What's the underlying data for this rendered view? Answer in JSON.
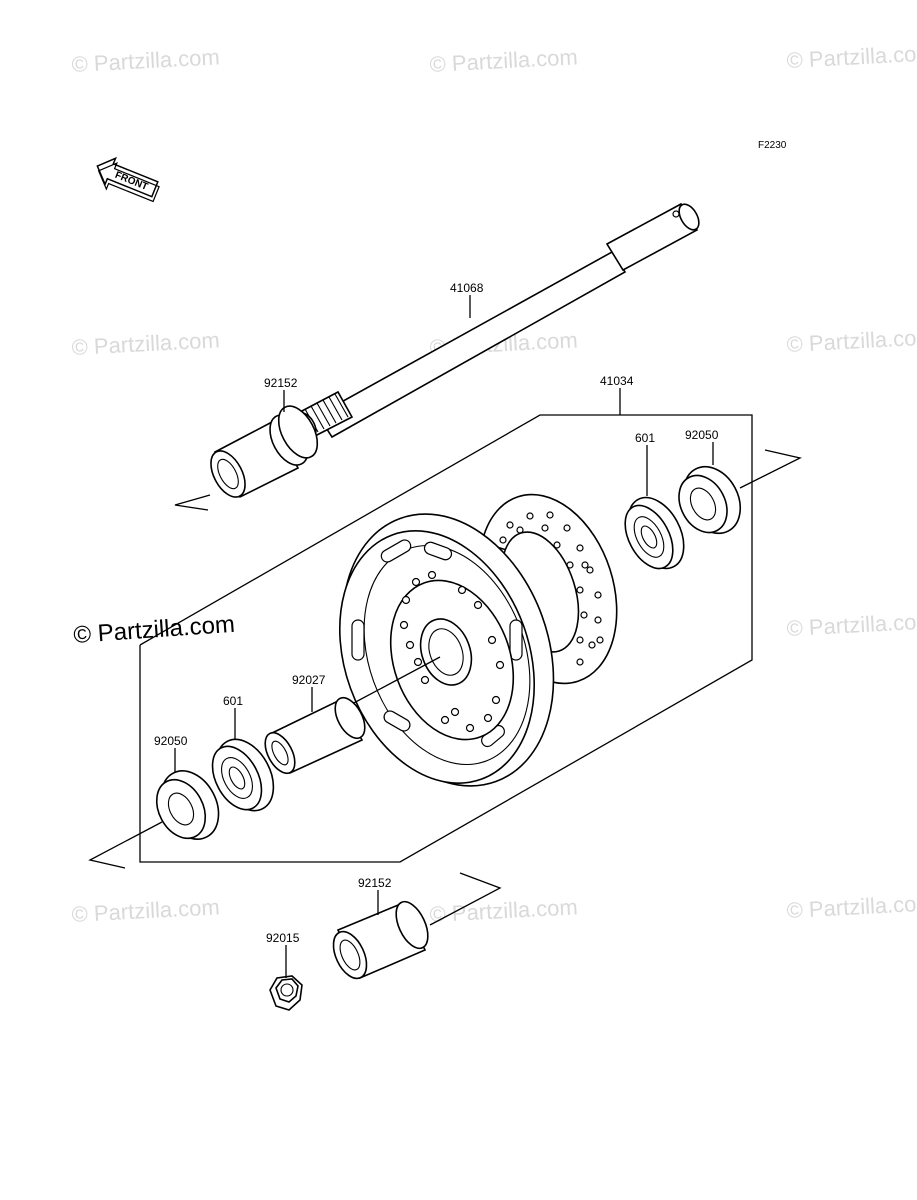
{
  "figure_code": "F2230",
  "front_arrow_text": "FRONT",
  "copyright_main": "© Partzilla.com",
  "watermark_text": "© Partzilla.com",
  "parts": {
    "axle": "41068",
    "collar_upper_left": "92152",
    "hub_assembly": "41034",
    "seal_right": "92050",
    "bearing_right": "601",
    "spacer": "92027",
    "bearing_left": "601",
    "seal_left": "92050",
    "collar_lower": "92152",
    "nut": "92015"
  },
  "colors": {
    "line": "#000000",
    "watermark": "#d9d9d9",
    "background": "#ffffff"
  }
}
